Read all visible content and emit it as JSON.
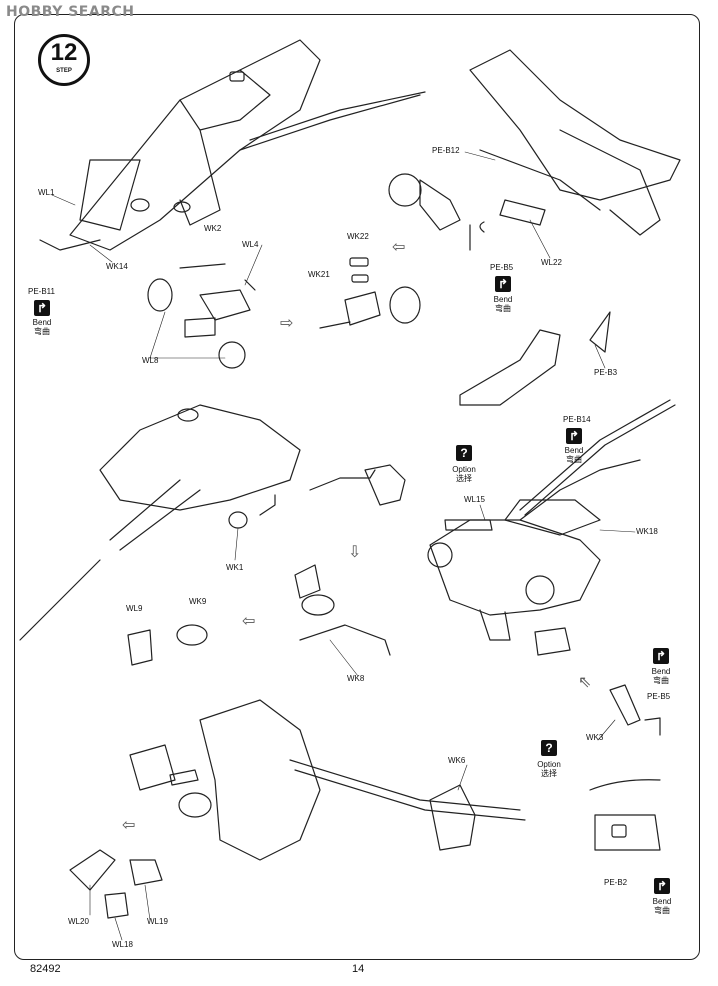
{
  "watermark": "HOBBY SEARCH",
  "step": {
    "number": "12",
    "word": "STEP"
  },
  "parts": {
    "wl1": "WL1",
    "wk14": "WK14",
    "pe_b11": "PE-B11",
    "pe_b12": "PE-B12",
    "pe_b5_top": "PE-B5",
    "wl22": "WL22",
    "wk2": "WK2",
    "wl4": "WL4",
    "wl8": "WL8",
    "wk22": "WK22",
    "wk21": "WK21",
    "pe_b3": "PE-B3",
    "pe_b14": "PE-B14",
    "wk1": "WK1",
    "wl15": "WL15",
    "wk18": "WK18",
    "wl9": "WL9",
    "wk9": "WK9",
    "wk8": "WK8",
    "pe_b5_mid": "PE-B5",
    "wk3": "WK3",
    "wk6": "WK6",
    "pe_b2": "PE-B2",
    "wl20": "WL20",
    "wl19": "WL19",
    "wl18": "WL18"
  },
  "notes": {
    "bend_en": "Bend",
    "bend_cn": "弯曲",
    "option_en": "Option",
    "option_cn": "选择"
  },
  "footer": {
    "code": "82492",
    "page": "14"
  }
}
